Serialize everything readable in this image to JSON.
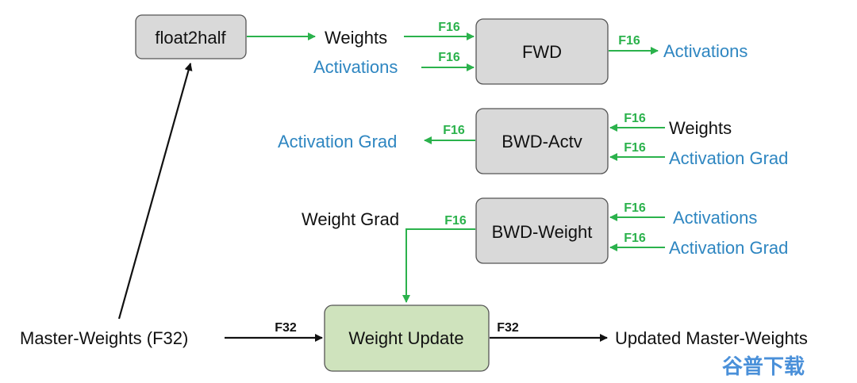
{
  "colors": {
    "black": "#111111",
    "blue": "#2e86c1",
    "green": "#2bb24c",
    "node_fill": "#d9d9d9",
    "update_fill": "#cfe3bd",
    "watermark": "#4a90d9"
  },
  "nodes": {
    "float2half": "float2half",
    "fwd": "FWD",
    "bwd_actv": "BWD-Actv",
    "bwd_weight": "BWD-Weight",
    "weight_update": "Weight Update"
  },
  "labels": {
    "fwd_in_weights": "Weights",
    "fwd_in_activations": "Activations",
    "fwd_out_activations": "Activations",
    "bwd_actv_in_weights": "Weights",
    "bwd_actv_in_activation_grad": "Activation Grad",
    "bwd_actv_out_activation_grad": "Activation Grad",
    "bwd_weight_in_activations": "Activations",
    "bwd_weight_in_activation_grad": "Activation Grad",
    "bwd_weight_out_weight_grad": "Weight Grad",
    "master_weights": "Master-Weights (F32)",
    "updated_master_weights": "Updated Master-Weights"
  },
  "tags": {
    "f16": "F16",
    "f32": "F32"
  },
  "watermark": "谷普下载"
}
